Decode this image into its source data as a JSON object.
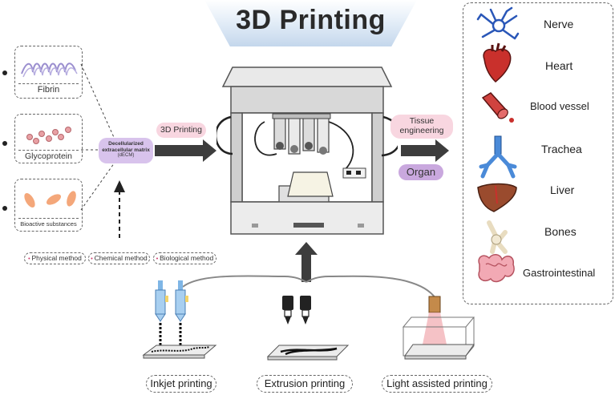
{
  "title": "3D Printing",
  "components": [
    {
      "label": "Fibrin"
    },
    {
      "label": "Glycoprotein"
    },
    {
      "label": "Bioactive substances"
    }
  ],
  "decm": {
    "line1": "Decellularized",
    "line2": "extracellular matrix",
    "line3": "(dECM)"
  },
  "printing_tag": "3D Printing",
  "methods": [
    "Physical method",
    "Chemical method",
    "Biological method"
  ],
  "tissue_tag": "Tissue engineering",
  "organ_tag": "Organ",
  "organs": [
    "Nerve",
    "Heart",
    "Blood vessel",
    "Trachea",
    "Liver",
    "Bones",
    "Gastrointestinal"
  ],
  "techniques": [
    "Inkjet printing",
    "Extrusion printing",
    "Light assisted printing"
  ],
  "colors": {
    "pink": "#f8d6e0",
    "lavender": "#d8c3ec",
    "organ_purple": "#c9a8de",
    "arrow": "#3d3d3d",
    "title_banner": "#c4d7ec"
  }
}
